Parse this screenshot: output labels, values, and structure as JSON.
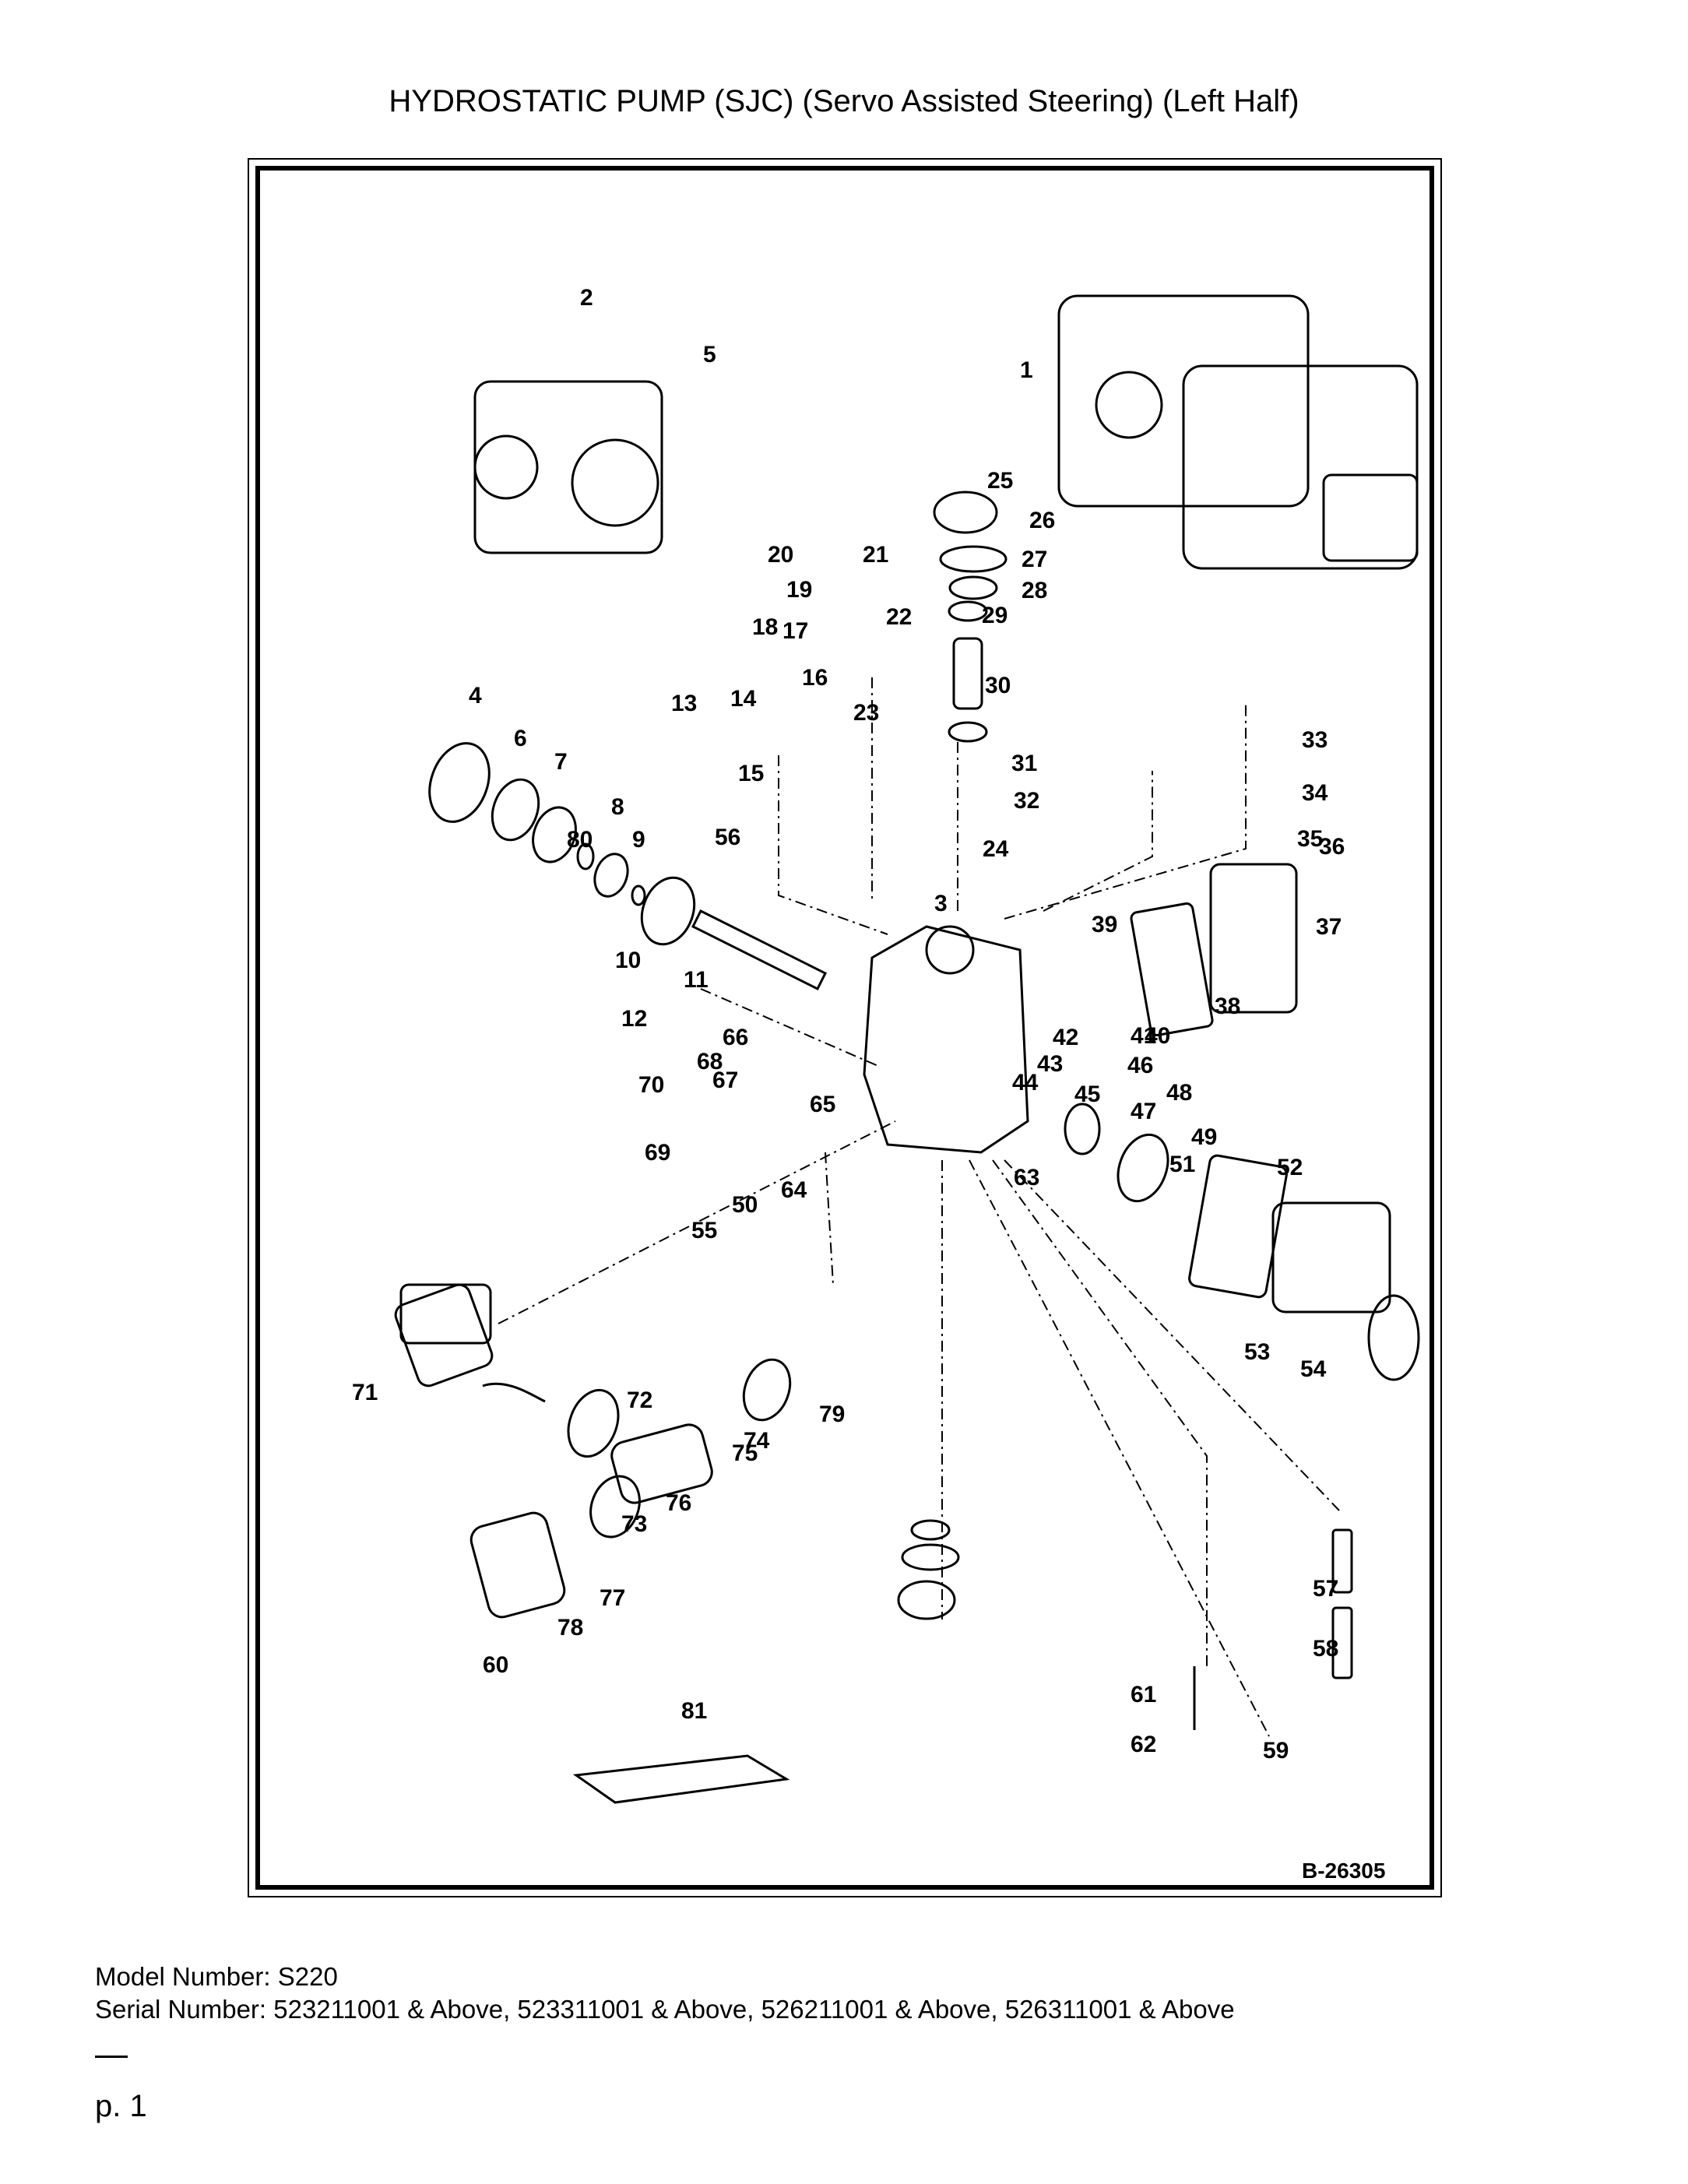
{
  "title": "HYDROSTATIC PUMP (SJC) (Servo Assisted Steering) (Left Half)",
  "figure_ref": "B-26305",
  "callouts": [
    "1",
    "2",
    "3",
    "4",
    "5",
    "6",
    "7",
    "8",
    "9",
    "10",
    "11",
    "12",
    "13",
    "14",
    "15",
    "16",
    "17",
    "18",
    "19",
    "20",
    "21",
    "22",
    "23",
    "24",
    "25",
    "26",
    "27",
    "28",
    "29",
    "30",
    "31",
    "32",
    "33",
    "34",
    "35",
    "36",
    "37",
    "38",
    "39",
    "40",
    "41",
    "42",
    "43",
    "44",
    "45",
    "46",
    "47",
    "48",
    "49",
    "50",
    "51",
    "52",
    "53",
    "54",
    "55",
    "56",
    "57",
    "58",
    "59",
    "60",
    "61",
    "62",
    "63",
    "64",
    "65",
    "66",
    "67",
    "68",
    "69",
    "70",
    "71",
    "72",
    "73",
    "74",
    "75",
    "76",
    "77",
    "78",
    "79",
    "80",
    "81"
  ],
  "model_line": "Model Number: S220",
  "serial_line": "Serial Number: 523211001 & Above, 523311001 & Above, 526211001 & Above, 526311001 & Above",
  "page_label": "p. 1"
}
